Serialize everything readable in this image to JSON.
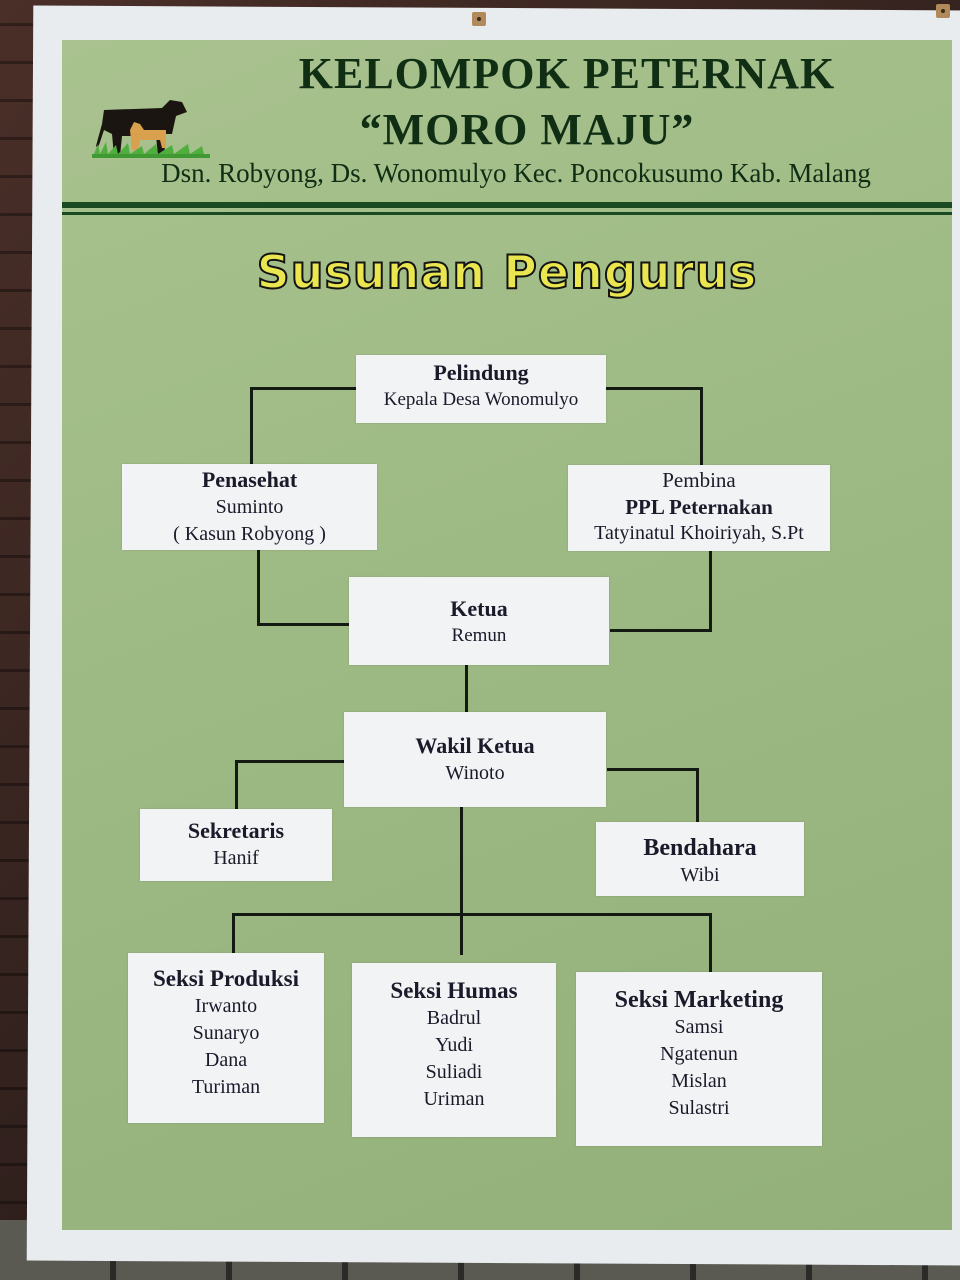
{
  "header": {
    "line1": "KELOMPOK PETERNAK",
    "line2": "“MORO MAJU”",
    "address": "Dsn. Robyong, Ds. Wonomulyo Kec. Poncokusumo Kab. Malang",
    "logo_icon": "cow-and-calf-on-grass-icon"
  },
  "chart_title": "Susunan Pengurus",
  "colors": {
    "banner_green": "#a3bd88",
    "title_dark_green": "#0f2e14",
    "subtitle_yellow": "#e9e64f",
    "box_white": "#f2f3f5"
  },
  "org": {
    "pelindung": {
      "role": "Pelindung",
      "names": [
        "Kepala Desa Wonomulyo"
      ]
    },
    "penasehat": {
      "role": "Penasehat",
      "names": [
        "Suminto",
        "( Kasun Robyong )"
      ]
    },
    "pembina": {
      "role": "Pembina",
      "names": [
        "PPL  Peternakan",
        "Tatyinatul Khoiriyah, S.Pt"
      ]
    },
    "ketua": {
      "role": "Ketua",
      "names": [
        "Remun"
      ]
    },
    "wakil_ketua": {
      "role": "Wakil Ketua",
      "names": [
        "Winoto"
      ]
    },
    "sekretaris": {
      "role": "Sekretaris",
      "names": [
        "Hanif"
      ]
    },
    "bendahara": {
      "role": "Bendahara",
      "names": [
        "Wibi"
      ]
    },
    "seksi_produksi": {
      "role": "Seksi Produksi",
      "names": [
        "Irwanto",
        "Sunaryo",
        "Dana",
        "Turiman"
      ]
    },
    "seksi_humas": {
      "role": "Seksi Humas",
      "names": [
        "Badrul",
        "Yudi",
        "Suliadi",
        "Uriman"
      ]
    },
    "seksi_marketing": {
      "role": "Seksi Marketing",
      "names": [
        "Samsi",
        "Ngatenun",
        "Mislan",
        "Sulastri"
      ]
    }
  }
}
